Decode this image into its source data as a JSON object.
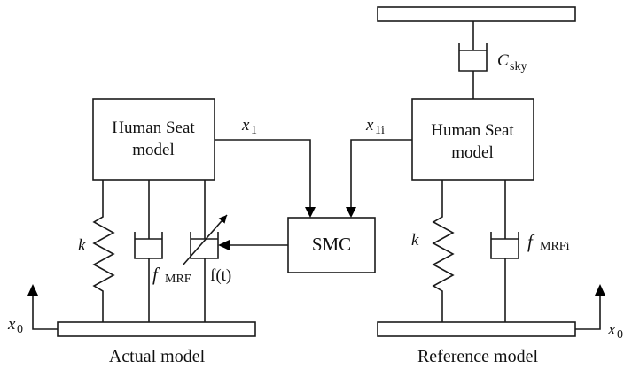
{
  "diagram": {
    "actual_model": {
      "caption": "Actual model",
      "block_line1": "Human Seat",
      "block_line2": "model",
      "output_var": "x",
      "output_sub": "1",
      "spring_label": "k",
      "damper_label_var": "f",
      "damper_label_sub": "MRF",
      "control_force_label": "f(t)",
      "input_var": "x",
      "input_sub": "0"
    },
    "controller": {
      "label": "SMC"
    },
    "reference_model": {
      "caption": "Reference model",
      "block_line1": "Human Seat",
      "block_line2": "model",
      "output_var": "x",
      "output_sub": "1i",
      "spring_label": "k",
      "damper_label_var": "f",
      "damper_label_sub": "MRFi",
      "skyhook_var": "C",
      "skyhook_sub": "sky",
      "input_var": "x",
      "input_sub": "0"
    }
  }
}
